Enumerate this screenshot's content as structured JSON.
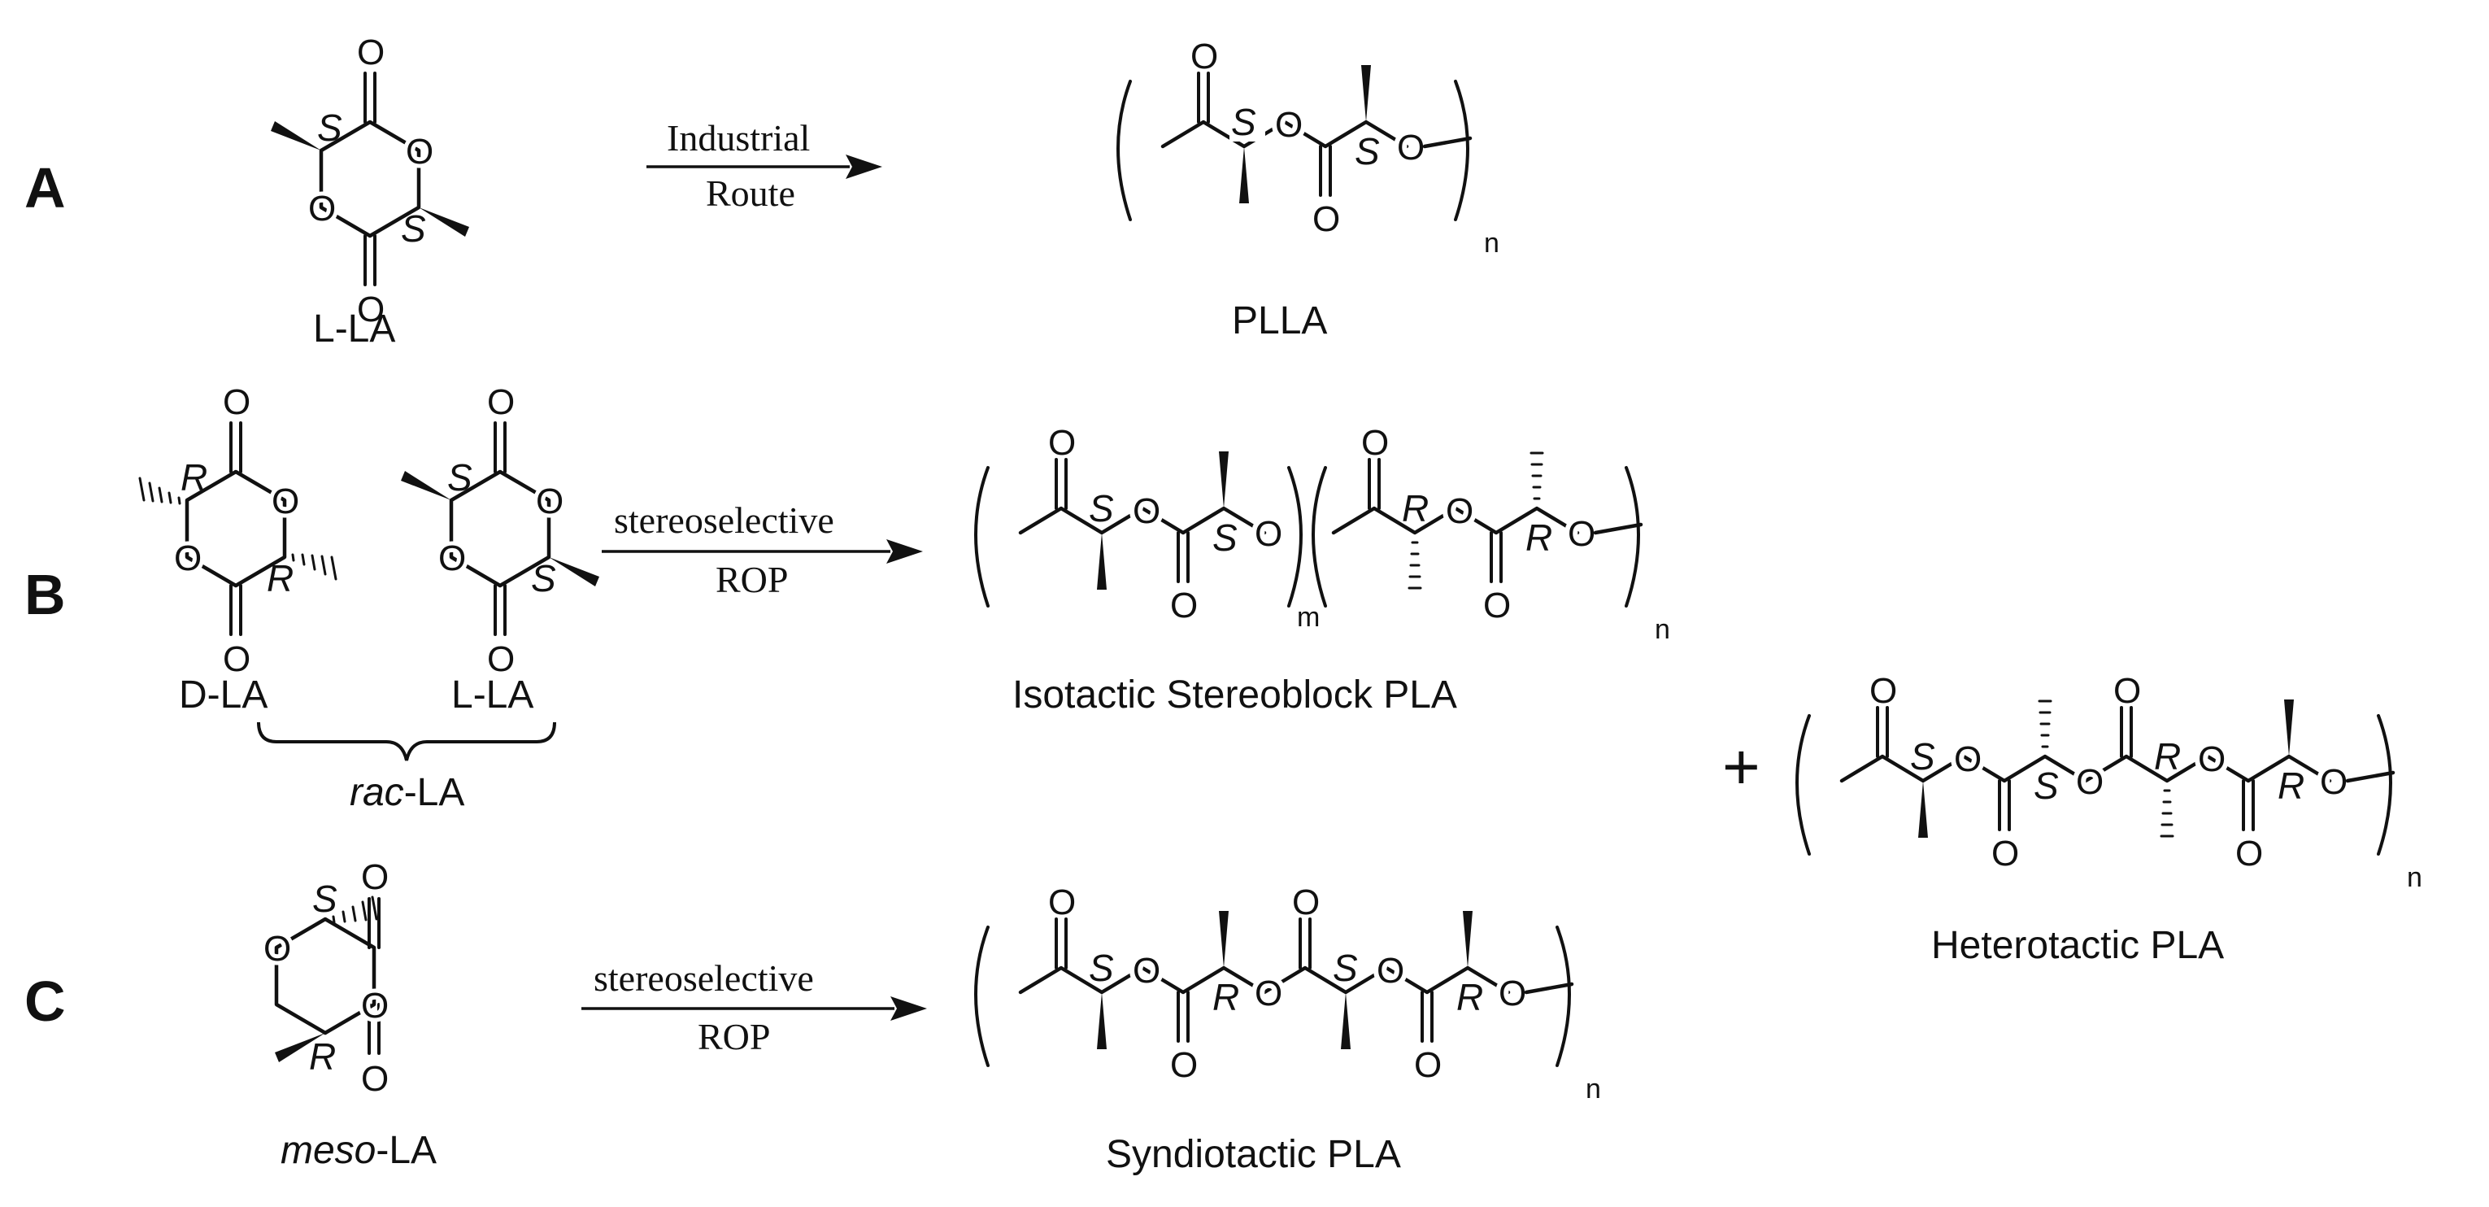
{
  "panels": {
    "a": {
      "letter": "A",
      "monomer_label": "L-LA",
      "arrow_top": "Industrial",
      "arrow_bottom": "Route",
      "product_label": "PLLA",
      "subscript": "n"
    },
    "b": {
      "letter": "B",
      "monomer1_label": "D-LA",
      "monomer2_label": "L-LA",
      "mixture_prefix": "rac",
      "mixture_suffix": "-LA",
      "arrow_top": "stereoselective",
      "arrow_bottom": "ROP",
      "product_label": "Isotactic Stereoblock PLA",
      "subscript_m": "m",
      "subscript_n": "n"
    },
    "c": {
      "letter": "C",
      "monomer_prefix": "meso",
      "monomer_suffix": "-LA",
      "arrow_top": "stereoselective",
      "arrow_bottom": "ROP",
      "product_label": "Syndiotactic PLA",
      "subscript": "n"
    },
    "hetero": {
      "plus": "+",
      "product_label": "Heterotactic PLA",
      "subscript": "n"
    }
  },
  "atoms": {
    "oxygen": "O",
    "stereo_s": "S",
    "stereo_r": "R"
  },
  "colors": {
    "ink": "#111111",
    "background": "#ffffff"
  }
}
